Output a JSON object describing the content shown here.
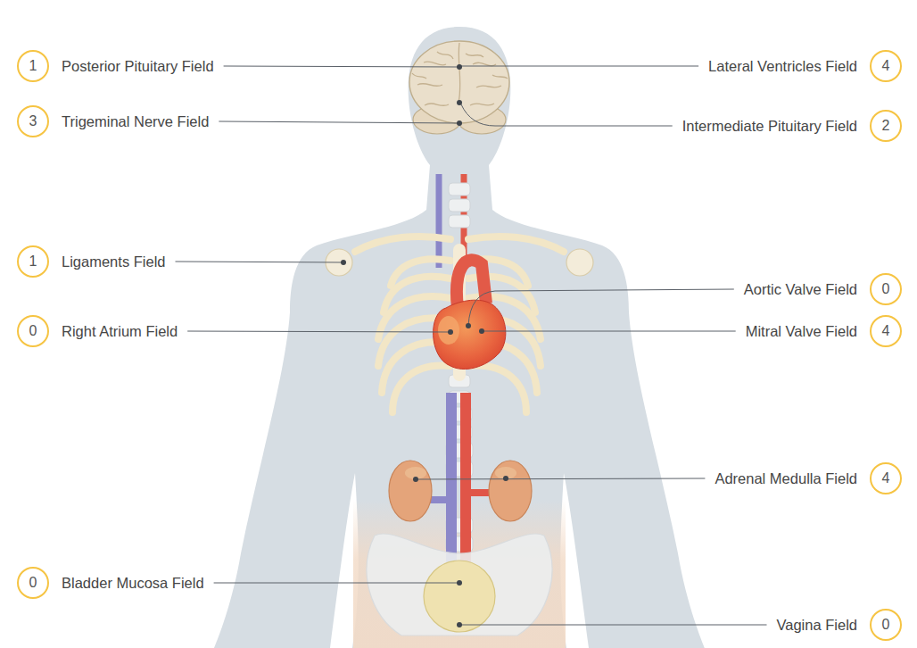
{
  "diagram": {
    "nodes": [
      {
        "text": [
          "Posterior Pituitary Field",
          "1"
        ]
      },
      {
        "text": [
          "Lateral Ventricles Field",
          "4"
        ]
      },
      {
        "text": [
          "Trigeminal Nerve Field",
          "3"
        ]
      },
      {
        "text": [
          "Intermediate Pituitary Field",
          "2"
        ]
      },
      {
        "text": [
          "Ligaments Field",
          "1"
        ]
      },
      {
        "text": [
          "Aortic Valve Field",
          "0"
        ]
      },
      {
        "text": [
          "Right Atrium Field",
          "0"
        ]
      },
      {
        "text": [
          "Mitral Valve Field",
          "4"
        ]
      },
      {
        "text": [
          "Adrenal Medulla Field",
          "4"
        ]
      },
      {
        "text": [
          "Bladder Mucosa Field",
          "0"
        ]
      },
      {
        "text": [
          "Vagina Field",
          "0"
        ]
      }
    ]
  }
}
